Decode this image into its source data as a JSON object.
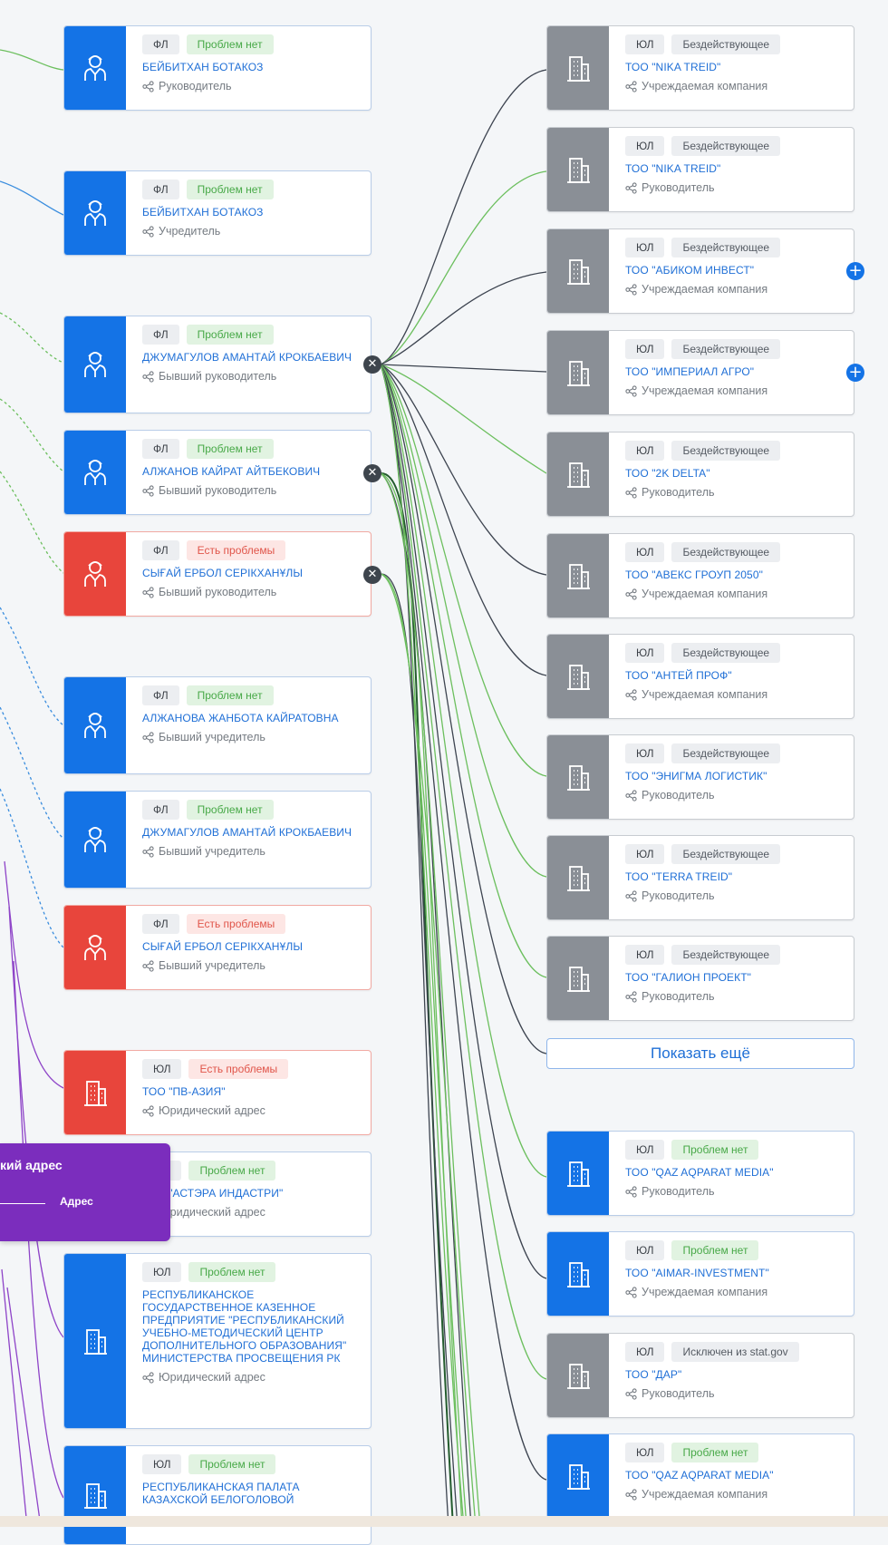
{
  "icons": {
    "person": "person-icon",
    "building": "building-icon",
    "share": "share-icon"
  },
  "colors": {
    "person_ok": "#1473e6",
    "person_problem": "#e8453c",
    "company_idle": "#8a8f96",
    "link_green": "#6cbf5e",
    "link_dark": "#3d4450",
    "link_blue": "#3a8dde",
    "link_purple": "#8e44c8"
  },
  "left_cards": [
    {
      "type": "ФЛ",
      "status": "Проблем нет",
      "name": "БЕЙБИТХАН БОТАКОЗ",
      "role": "Руководитель"
    },
    {
      "type": "ФЛ",
      "status": "Проблем нет",
      "name": "БЕЙБИТХАН БОТАКОЗ",
      "role": "Учредитель"
    },
    {
      "type": "ФЛ",
      "status": "Проблем нет",
      "name": "ДЖУМАГУЛОВ АМАНТАЙ КРОКБАЕВИЧ",
      "role": "Бывший руководитель"
    },
    {
      "type": "ФЛ",
      "status": "Проблем нет",
      "name": "АЛЖАНОВ КАЙРАТ АЙТБЕКОВИЧ",
      "role": "Бывший руководитель"
    },
    {
      "type": "ФЛ",
      "status": "Есть проблемы",
      "name": "СЫҒАЙ ЕРБОЛ СЕРІКХАНҰЛЫ",
      "role": "Бывший руководитель"
    },
    {
      "type": "ФЛ",
      "status": "Проблем нет",
      "name": "АЛЖАНОВА ЖАНБОТА КАЙРАТОВНА",
      "role": "Бывший учредитель"
    },
    {
      "type": "ФЛ",
      "status": "Проблем нет",
      "name": "ДЖУМАГУЛОВ АМАНТАЙ КРОКБАЕВИЧ",
      "role": "Бывший учредитель"
    },
    {
      "type": "ФЛ",
      "status": "Есть проблемы",
      "name": "СЫҒАЙ ЕРБОЛ СЕРІКХАНҰЛЫ",
      "role": "Бывший учредитель"
    },
    {
      "type": "ЮЛ",
      "status": "Есть проблемы",
      "name": "ТОО \"ПВ-АЗИЯ\"",
      "role": "Юридический адрес"
    },
    {
      "type": "ЮЛ",
      "status": "Проблем нет",
      "name": "ТОО \"АСТЭРА ИНДАСТРИ\"",
      "role": "Юридический адрес"
    },
    {
      "type": "ЮЛ",
      "status": "Проблем нет",
      "name": "РЕСПУБЛИКАНСКОЕ ГОСУДАРСТВЕННОЕ КАЗЕННОЕ ПРЕДПРИЯТИЕ \"РЕСПУБЛИКАНСКИЙ УЧЕБНО-МЕТОДИЧЕСКИЙ ЦЕНТР ДОПОЛНИТЕЛЬНОГО ОБРАЗОВАНИЯ\" МИНИСТЕРСТВА ПРОСВЕЩЕНИЯ РК",
      "role": "Юридический адрес"
    },
    {
      "type": "ЮЛ",
      "status": "Проблем нет",
      "name": "РЕСПУБЛИКАНСКАЯ ПАЛАТА КАЗАХСКОЙ БЕЛОГОЛОВОЙ",
      "role": ""
    }
  ],
  "right_cards": [
    {
      "type": "ЮЛ",
      "status": "Бездействующее",
      "name": "ТОО \"NIKA TREID\"",
      "role": "Учреждаемая компания"
    },
    {
      "type": "ЮЛ",
      "status": "Бездействующее",
      "name": "ТОО \"NIKA TREID\"",
      "role": "Руководитель"
    },
    {
      "type": "ЮЛ",
      "status": "Бездействующее",
      "name": "ТОО \"АБИКОМ ИНВЕСТ\"",
      "role": "Учреждаемая компания"
    },
    {
      "type": "ЮЛ",
      "status": "Бездействующее",
      "name": "ТОО \"ИМПЕРИАЛ АГРО\"",
      "role": "Учреждаемая компания"
    },
    {
      "type": "ЮЛ",
      "status": "Бездействующее",
      "name": "ТОО \"2K DELTA\"",
      "role": "Руководитель"
    },
    {
      "type": "ЮЛ",
      "status": "Бездействующее",
      "name": "ТОО \"АВЕКС ГРОУП 2050\"",
      "role": "Учреждаемая компания"
    },
    {
      "type": "ЮЛ",
      "status": "Бездействующее",
      "name": "ТОО \"АНТЕЙ ПРОФ\"",
      "role": "Учреждаемая компания"
    },
    {
      "type": "ЮЛ",
      "status": "Бездействующее",
      "name": "ТОО \"ЭНИГМА ЛОГИСТИК\"",
      "role": "Руководитель"
    },
    {
      "type": "ЮЛ",
      "status": "Бездействующее",
      "name": "ТОО \"TERRA TREID\"",
      "role": "Руководитель"
    },
    {
      "type": "ЮЛ",
      "status": "Бездействующее",
      "name": "ТОО \"ГАЛИОН ПРОЕКТ\"",
      "role": "Руководитель"
    },
    {
      "type": "ЮЛ",
      "status": "Проблем нет",
      "name": "ТОО \"QAZ AQPARAT MEDIA\"",
      "role": "Руководитель"
    },
    {
      "type": "ЮЛ",
      "status": "Проблем нет",
      "name": "ТОО \"AIMAR-INVESTMENT\"",
      "role": "Учреждаемая компания"
    },
    {
      "type": "ЮЛ",
      "status": "Исключен из stat.gov",
      "name": "ТОО \"ДАР\"",
      "role": "Руководитель"
    },
    {
      "type": "ЮЛ",
      "status": "Проблем нет",
      "name": "ТОО \"QAZ AQPARAT MEDIA\"",
      "role": "Учреждаемая компания"
    }
  ],
  "show_more": "Показать ещё",
  "address_panel": {
    "title": "кий адрес",
    "label": "Адрес"
  },
  "close_glyph": "✕",
  "plus_glyph": "+"
}
